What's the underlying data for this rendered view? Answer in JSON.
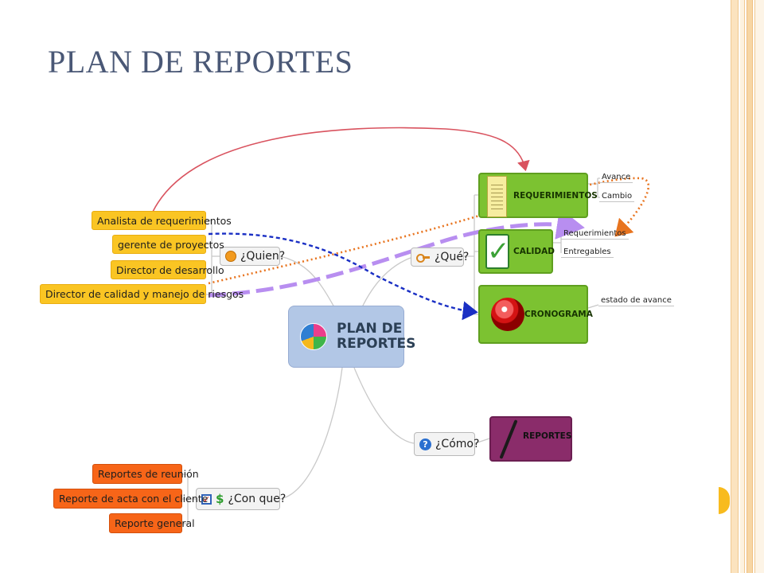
{
  "title": "PLAN DE REPORTES",
  "diagram": {
    "central": {
      "line1": "PLAN DE",
      "line2": "REPORTES"
    },
    "quien": {
      "label": "¿Quien?",
      "items": [
        "Analista de requerimientos",
        "gerente de proyectos",
        "Director de desarrollo",
        "Director de calidad y manejo de riesgos"
      ]
    },
    "que": {
      "label": "¿Qué?",
      "items": [
        {
          "label": "REQUERIMIENTOS",
          "details": [
            "Avance",
            "Cambio"
          ]
        },
        {
          "label": "CALIDAD",
          "details": [
            "Requerimientos",
            "Entregables"
          ]
        },
        {
          "label": "CRONOGRAMA",
          "details": [
            "estado de avance"
          ]
        }
      ]
    },
    "como": {
      "label": "¿Cómo?",
      "items": [
        {
          "label": "REPORTES"
        }
      ]
    },
    "conque": {
      "label": "¿Con que?",
      "items": [
        "Reportes de reunión",
        "Reporte de acta con el cliente",
        "Reporte general"
      ]
    }
  },
  "icons": {
    "quien": "clock-icon",
    "que": "key-icon",
    "como": "question-icon",
    "conque": [
      "checkbox-icon",
      "dollar-icon"
    ]
  },
  "colors": {
    "title": "#4a5876",
    "yellow_nodes": "#fac523",
    "orange_nodes": "#f76518",
    "green_nodes": "#7cc231",
    "maroon_node": "#8a2c6a",
    "central_node": "#b2c7e6",
    "arrow_red": "#d9535f",
    "arrow_blue_dashed": "#1a2fc4",
    "arrow_orange_dotted": "#e8741f",
    "arrow_purple_dashed": "#b88ef0"
  }
}
